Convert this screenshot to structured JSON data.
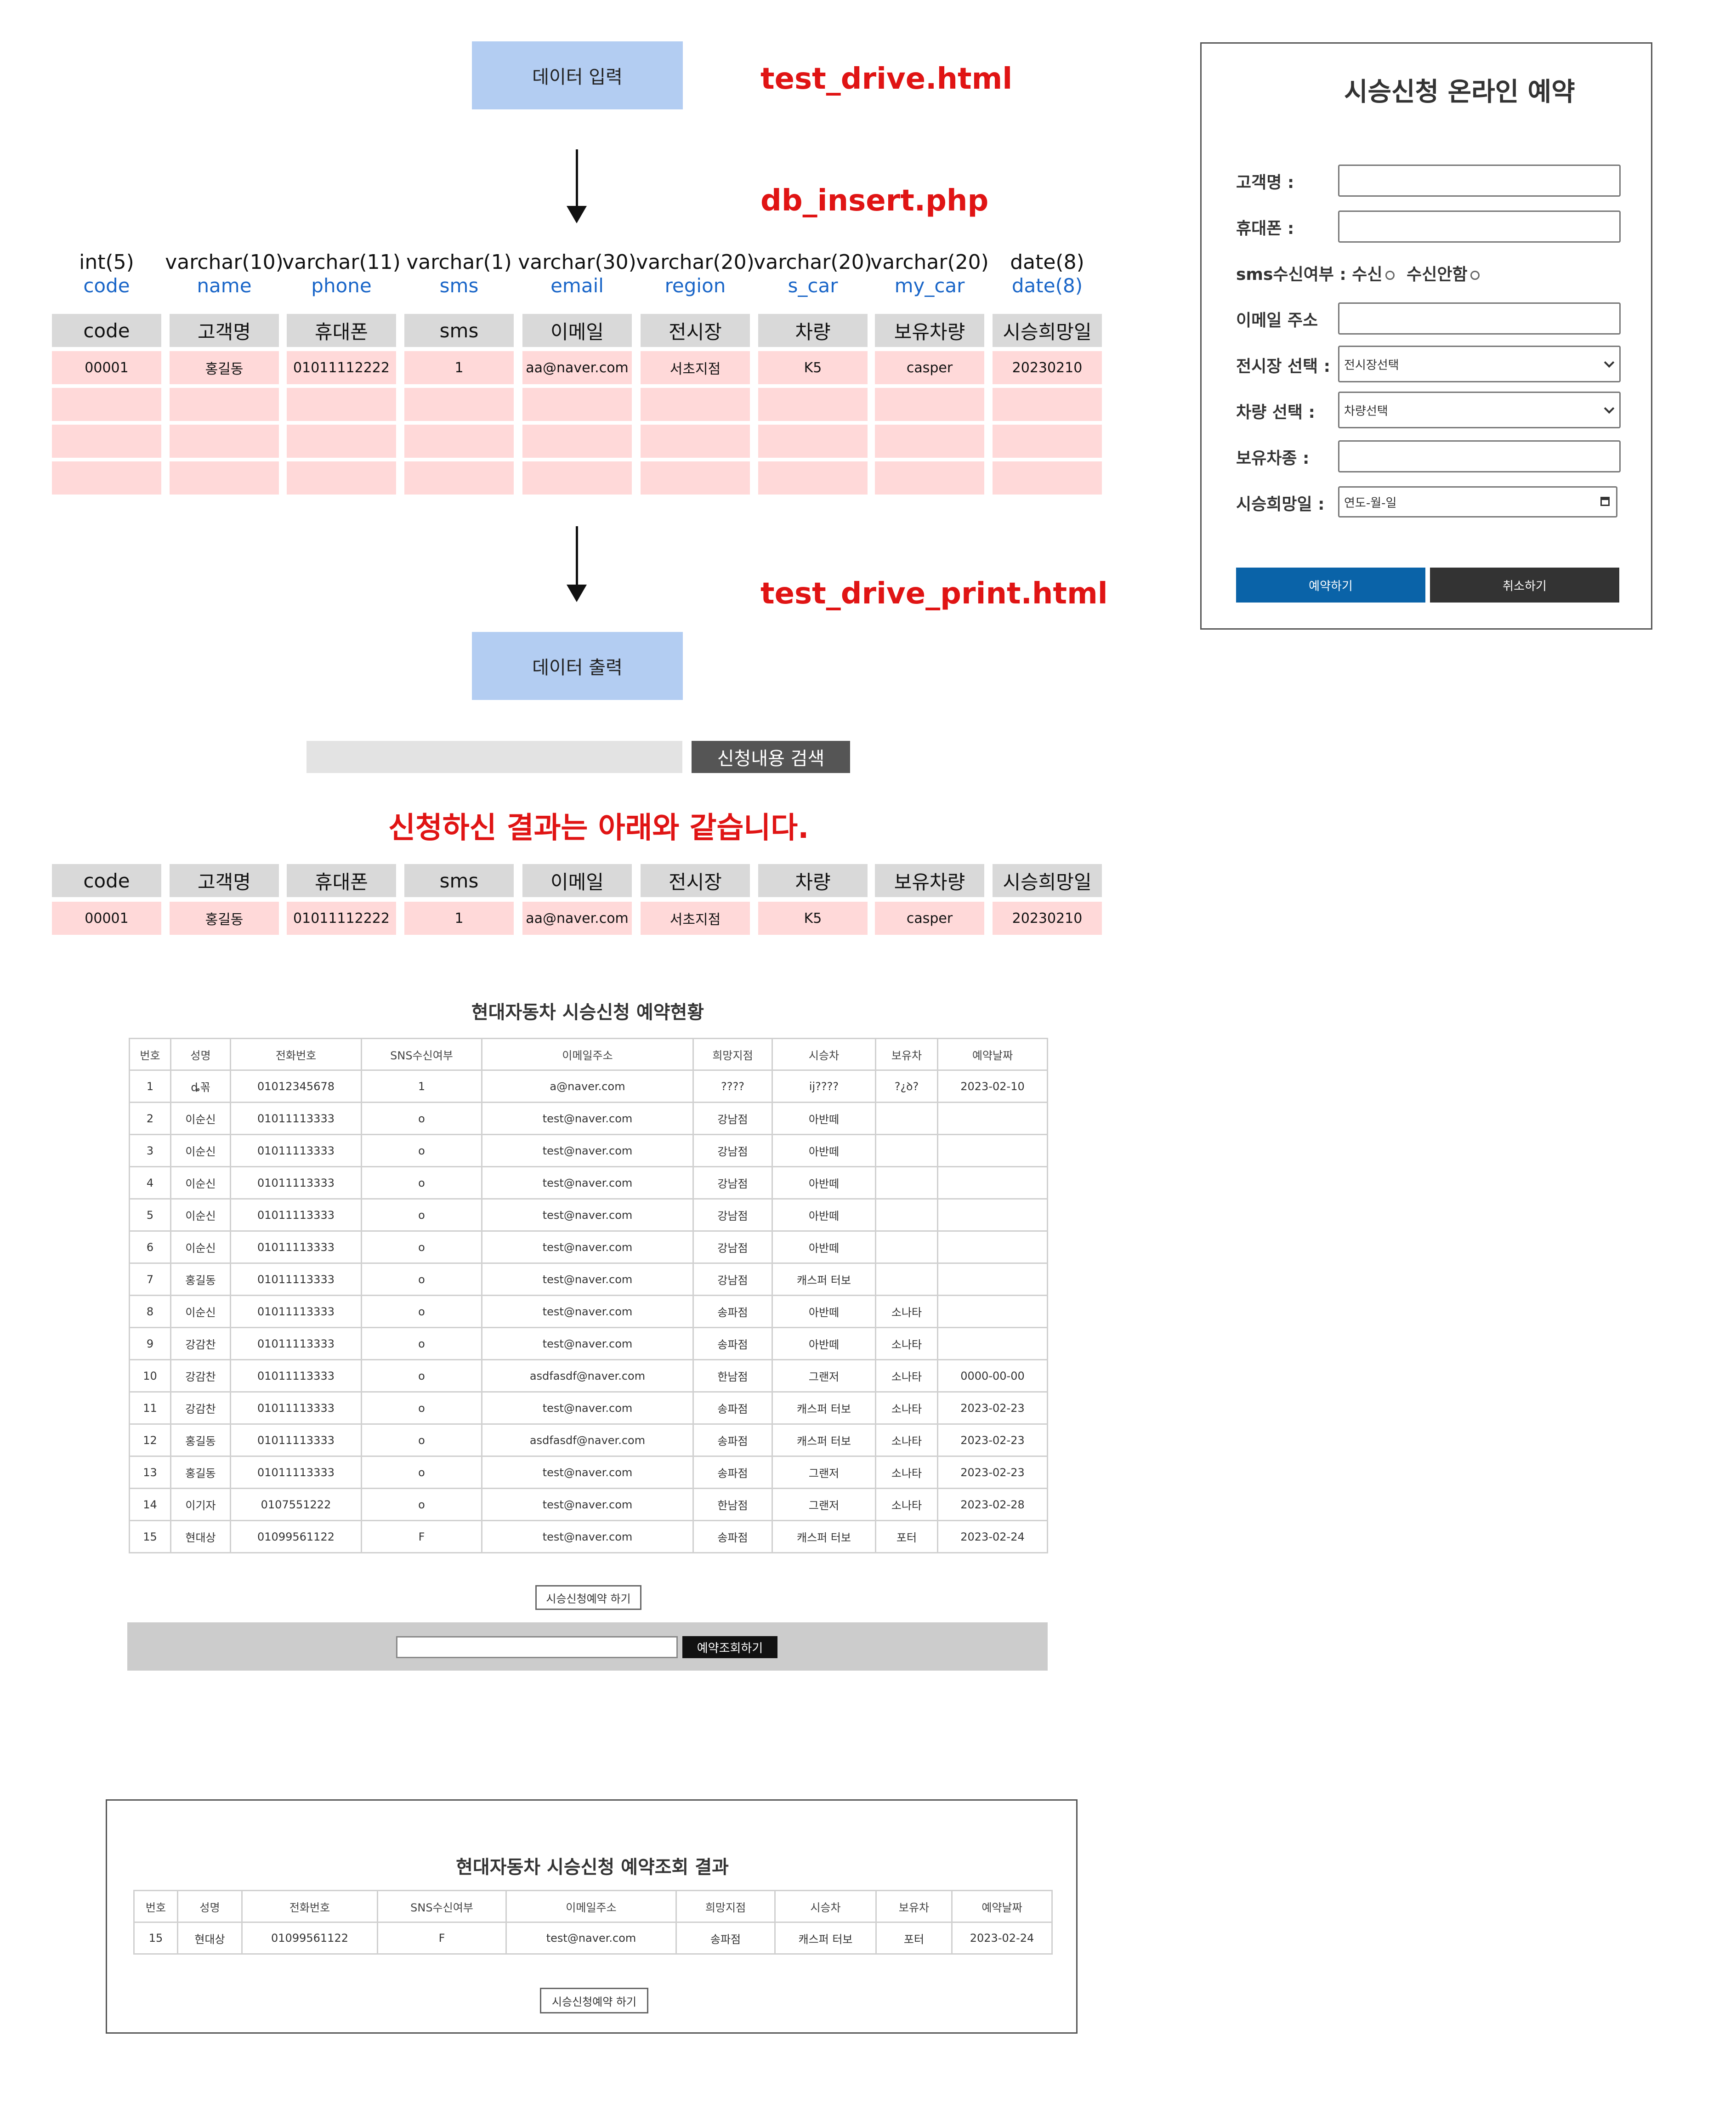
{
  "flow": {
    "input_box": "데이터 입력",
    "output_box": "데이터 출력",
    "label_html": "test_drive.html",
    "label_php": "db_insert.php",
    "label_print": "test_drive_print.html"
  },
  "schema": [
    {
      "type": "int(5)",
      "name": "code"
    },
    {
      "type": "varchar(10)",
      "name": "name"
    },
    {
      "type": "varchar(11)",
      "name": "phone"
    },
    {
      "type": "varchar(1)",
      "name": "sms"
    },
    {
      "type": "varchar(30)",
      "name": "email"
    },
    {
      "type": "varchar(20)",
      "name": "region"
    },
    {
      "type": "varchar(20)",
      "name": "s_car"
    },
    {
      "type": "varchar(20)",
      "name": "my_car"
    },
    {
      "type": "date(8)",
      "name": "date(8)"
    }
  ],
  "db_table": {
    "headers": [
      "code",
      "고객명",
      "휴대폰",
      "sms",
      "이메일",
      "전시장",
      "차량",
      "보유차량",
      "시승희망일"
    ],
    "row": [
      "00001",
      "홍길동",
      "01011112222",
      "1",
      "aa@naver.com",
      "서초지점",
      "K5",
      "casper",
      "20230210"
    ]
  },
  "search": {
    "button": "신청내용 검색",
    "result_heading": "신청하신 결과는 아래와 같습니다."
  },
  "form": {
    "title": "시승신청 온라인 예약",
    "name_label": "고객명 :",
    "phone_label": "휴대폰 :",
    "sms_label": "sms수신여부 : 수신",
    "sms_no_label": "수신안함",
    "email_label": "이메일 주소",
    "region_label": "전시장 선택 :",
    "region_select": "전시장선택",
    "car_label": "차량 선택 :",
    "car_select": "차량선택",
    "mycar_label": "보유차종 :",
    "date_label": "시승희망일 :",
    "date_placeholder": "연도-월-일",
    "submit": "예약하기",
    "cancel": "취소하기"
  },
  "status": {
    "title": "현대자동차 시승신청 예약현황",
    "headers": [
      "번호",
      "성명",
      "전화번호",
      "SNS수신여부",
      "이메일주소",
      "희망지점",
      "시승차",
      "보유차",
      "예약날짜"
    ],
    "rows": [
      [
        "1",
        "ȡ꼮",
        "01012345678",
        "1",
        "a@naver.com",
        "????",
        "ij????",
        "?¿ꝺ?",
        "2023-02-10"
      ],
      [
        "2",
        "이순신",
        "01011113333",
        "o",
        "test@naver.com",
        "강남점",
        "아반떼",
        "",
        ""
      ],
      [
        "3",
        "이순신",
        "01011113333",
        "o",
        "test@naver.com",
        "강남점",
        "아반떼",
        "",
        ""
      ],
      [
        "4",
        "이순신",
        "01011113333",
        "o",
        "test@naver.com",
        "강남점",
        "아반떼",
        "",
        ""
      ],
      [
        "5",
        "이순신",
        "01011113333",
        "o",
        "test@naver.com",
        "강남점",
        "아반떼",
        "",
        ""
      ],
      [
        "6",
        "이순신",
        "01011113333",
        "o",
        "test@naver.com",
        "강남점",
        "아반떼",
        "",
        ""
      ],
      [
        "7",
        "홍길동",
        "01011113333",
        "o",
        "test@naver.com",
        "강남점",
        "캐스퍼 터보",
        "",
        ""
      ],
      [
        "8",
        "이순신",
        "01011113333",
        "o",
        "test@naver.com",
        "송파점",
        "아반떼",
        "소나타",
        ""
      ],
      [
        "9",
        "강감찬",
        "01011113333",
        "o",
        "test@naver.com",
        "송파점",
        "아반떼",
        "소나타",
        ""
      ],
      [
        "10",
        "강감찬",
        "01011113333",
        "o",
        "asdfasdf@naver.com",
        "한남점",
        "그랜저",
        "소나타",
        "0000-00-00"
      ],
      [
        "11",
        "강감찬",
        "01011113333",
        "o",
        "test@naver.com",
        "송파점",
        "캐스퍼 터보",
        "소나타",
        "2023-02-23"
      ],
      [
        "12",
        "홍길동",
        "01011113333",
        "o",
        "asdfasdf@naver.com",
        "송파점",
        "캐스퍼 터보",
        "소나타",
        "2023-02-23"
      ],
      [
        "13",
        "홍길동",
        "01011113333",
        "o",
        "test@naver.com",
        "송파점",
        "그랜저",
        "소나타",
        "2023-02-23"
      ],
      [
        "14",
        "이기자",
        "0107551222",
        "o",
        "test@naver.com",
        "한남점",
        "그랜저",
        "소나타",
        "2023-02-28"
      ],
      [
        "15",
        "현대상",
        "01099561122",
        "F",
        "test@naver.com",
        "송파점",
        "캐스퍼 터보",
        "포터",
        "2023-02-24"
      ]
    ],
    "reserve_button": "시승신청예약 하기",
    "lookup_button": "예약조회하기"
  },
  "result": {
    "title": "현대자동차 시승신청 예약조회 결과",
    "headers": [
      "번호",
      "성명",
      "전화번호",
      "SNS수신여부",
      "이메일주소",
      "희망지점",
      "시승차",
      "보유차",
      "예약날짜"
    ],
    "row": [
      "15",
      "현대상",
      "01099561122",
      "F",
      "test@naver.com",
      "송파점",
      "캐스퍼 터보",
      "포터",
      "2023-02-24"
    ],
    "reserve_button": "시승신청예약 하기"
  }
}
